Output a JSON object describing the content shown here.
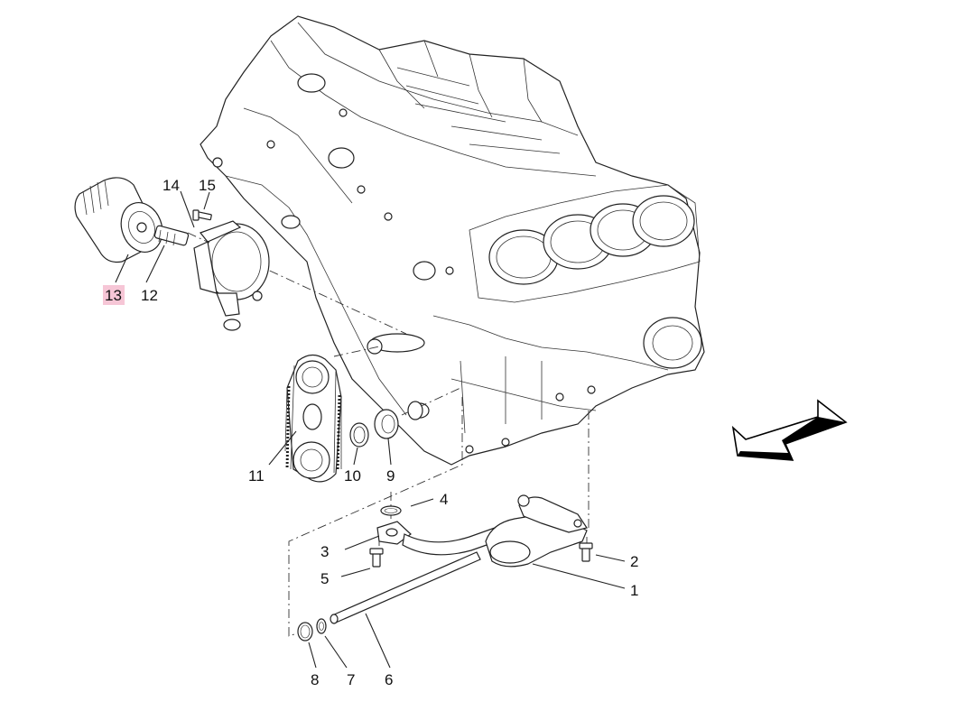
{
  "diagram": {
    "highlight_color": "#f6c6d6",
    "highlighted_callout": "13",
    "callouts": [
      {
        "id": "c1",
        "label": "1"
      },
      {
        "id": "c2",
        "label": "2"
      },
      {
        "id": "c3",
        "label": "3"
      },
      {
        "id": "c4",
        "label": "4"
      },
      {
        "id": "c5",
        "label": "5"
      },
      {
        "id": "c6",
        "label": "6"
      },
      {
        "id": "c7",
        "label": "7"
      },
      {
        "id": "c8",
        "label": "8"
      },
      {
        "id": "c9",
        "label": "9"
      },
      {
        "id": "c10",
        "label": "10"
      },
      {
        "id": "c11",
        "label": "11"
      },
      {
        "id": "c12",
        "label": "12"
      },
      {
        "id": "c13",
        "label": "13"
      },
      {
        "id": "c14",
        "label": "14"
      },
      {
        "id": "c15",
        "label": "15"
      }
    ]
  }
}
